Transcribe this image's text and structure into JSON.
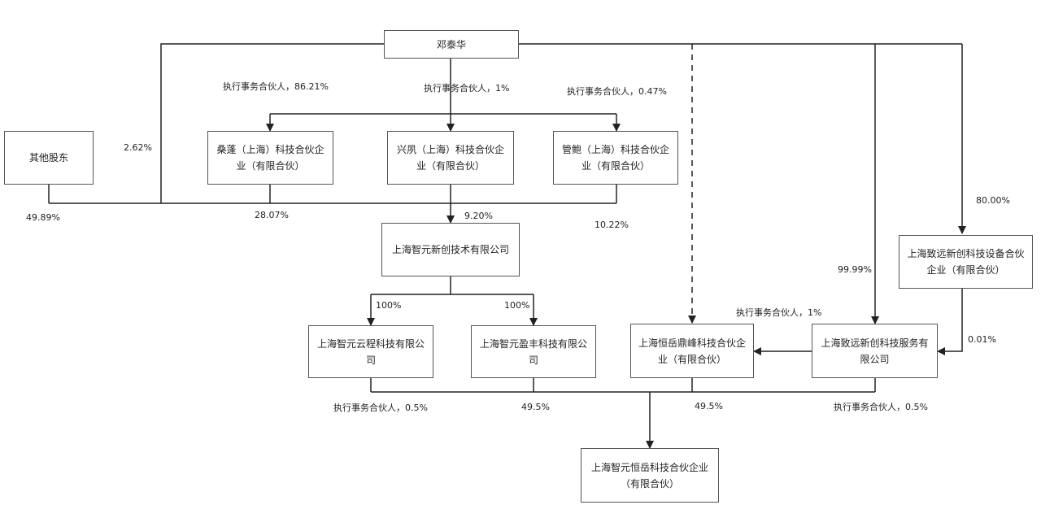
{
  "entities": {
    "deng": "邓泰华",
    "others": "其他股东",
    "sangpeng": "桑蓬（上海）科技合伙企业（有限合伙）",
    "xingfeng": "兴夙（上海）科技合伙企业（有限合伙）",
    "guanbao": "管鲍（上海）科技合伙企业（有限合伙）",
    "zhiyuan_xinchuang": "上海智元新创技术有限公司",
    "zhiyuan_yuncheng": "上海智元云程科技有限公司",
    "zhiyuan_yingfeng": "上海智元盈丰科技有限公司",
    "hengyue_dingfeng": "上海恒岳鼎峰科技合伙企业（有限合伙）",
    "zhiyuan_fuwu": "上海致远新创科技服务有限公司",
    "zhiyuan_shebei": "上海致远新创科技设备合伙企业（有限合伙）",
    "zhiyuan_hengyue": "上海智元恒岳科技合伙企业（有限合伙）"
  },
  "labels": {
    "gp_8621": "执行事务合伙人，86.21%",
    "gp_1_top": "执行事务合伙人，1%",
    "gp_047": "执行事务合伙人，0.47%",
    "pct_262": "2.62%",
    "pct_4989": "49.89%",
    "pct_2807": "28.07%",
    "pct_920": "9.20%",
    "pct_1022": "10.22%",
    "pct_100_a": "100%",
    "pct_100_b": "100%",
    "pct_9999": "99.99%",
    "pct_8000": "80.00%",
    "gp_1_mid": "执行事务合伙人，1%",
    "pct_001": "0.01%",
    "gp_05_left": "执行事务合伙人，0.5%",
    "pct_495_a": "49.5%",
    "pct_495_b": "49.5%",
    "gp_05_right": "执行事务合伙人，0.5%"
  }
}
